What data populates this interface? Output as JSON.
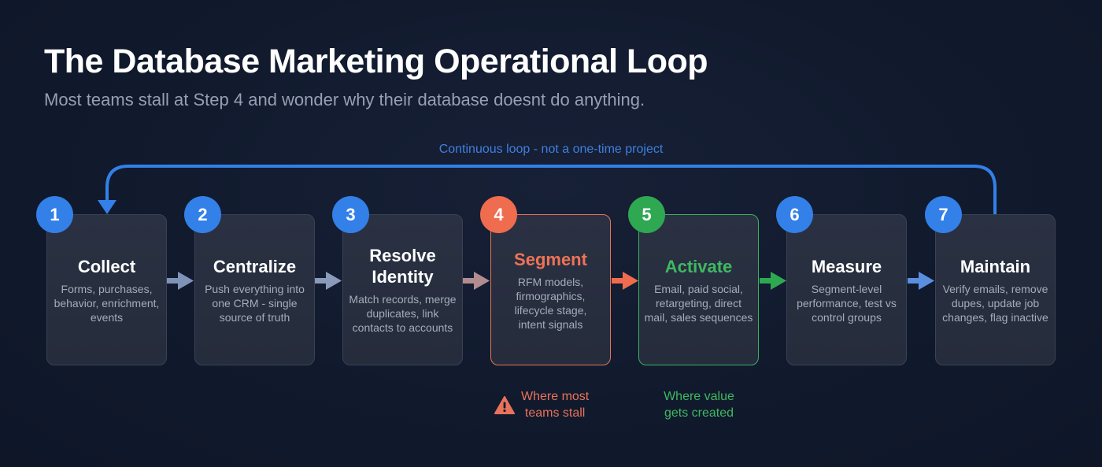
{
  "header": {
    "title": "The Database Marketing Operational Loop",
    "subtitle": "Most teams stall at Step 4 and wonder why their database doesnt do anything."
  },
  "loop": {
    "label": "Continuous loop - not a one-time project",
    "color": "#3380e8"
  },
  "steps": [
    {
      "number": "1",
      "title": "Collect",
      "description": "Forms, purchases, behavior, enrichment, events",
      "accent": "#3380e8"
    },
    {
      "number": "2",
      "title": "Centralize",
      "description": "Push everything into one CRM - single source of truth",
      "accent": "#3380e8"
    },
    {
      "number": "3",
      "title": "Resolve Identity",
      "description": "Match records, merge duplicates, link contacts to accounts",
      "accent": "#3380e8"
    },
    {
      "number": "4",
      "title": "Segment",
      "description": "RFM models, firmographics, lifecycle stage, intent signals",
      "accent": "#ef6c4f"
    },
    {
      "number": "5",
      "title": "Activate",
      "description": "Email, paid social, retargeting, direct mail, sales sequences",
      "accent": "#2fa852"
    },
    {
      "number": "6",
      "title": "Measure",
      "description": "Segment-level performance, test vs control groups",
      "accent": "#3380e8"
    },
    {
      "number": "7",
      "title": "Maintain",
      "description": "Verify emails, remove dupes, update job changes, flag inactive",
      "accent": "#3380e8"
    }
  ],
  "notes": {
    "stall": {
      "icon": "warning-icon",
      "line1": "Where most",
      "line2": "teams stall",
      "color": "#e8735a"
    },
    "value": {
      "line1": "Where value",
      "line2": "gets created",
      "color": "#3fb862"
    }
  },
  "colors": {
    "background": "#111a2d",
    "card": "#272e3f",
    "blue": "#3380e8",
    "red": "#ef6c4f",
    "green": "#2fa852"
  }
}
